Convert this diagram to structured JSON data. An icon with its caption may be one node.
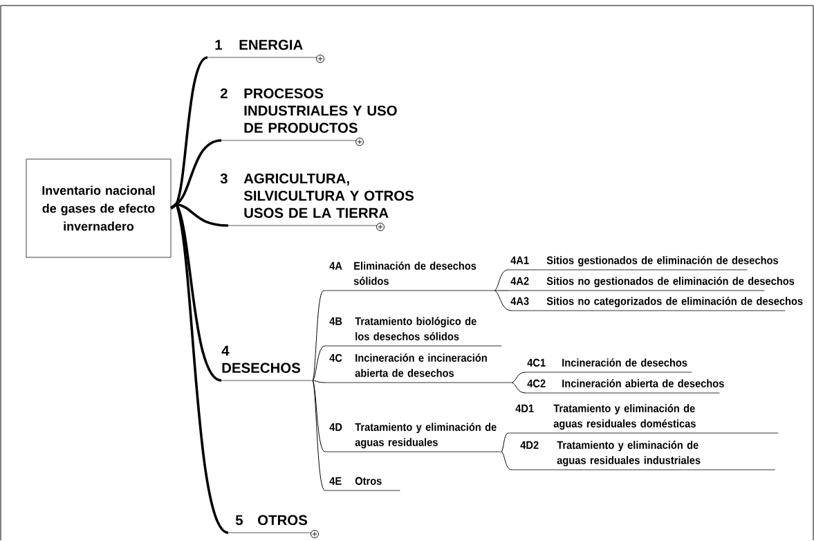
{
  "diagram": {
    "nodes": [
      {
        "text": [
          "Inventario nacional de gases de efecto invernadero"
        ]
      },
      {
        "text": [
          "1",
          "ENERGIA"
        ]
      },
      {
        "text": [
          "2",
          "PROCESOS INDUSTRIALES Y USO DE PRODUCTOS"
        ]
      },
      {
        "text": [
          "3",
          "AGRICULTURA, SILVICULTURA Y OTROS USOS DE LA TIERRA"
        ]
      },
      {
        "text": [
          "4",
          "DESECHOS"
        ]
      },
      {
        "text": [
          "4A",
          "Eliminación de desechos sólidos"
        ]
      },
      {
        "text": [
          "4A1",
          "Sitios gestionados de eliminación de desechos"
        ]
      },
      {
        "text": [
          "4A2",
          "Sitios no gestionados de eliminación de desechos"
        ]
      },
      {
        "text": [
          "4A3",
          "Sitios no categorizados de eliminación de desechos"
        ]
      },
      {
        "text": [
          "4B",
          "Tratamiento biológico de los desechos sólidos"
        ]
      },
      {
        "text": [
          "4C",
          "Incineración e incineración abierta de desechos"
        ]
      },
      {
        "text": [
          "4C1",
          "Incineración de desechos"
        ]
      },
      {
        "text": [
          "4C2",
          "Incineración abierta de desechos"
        ]
      },
      {
        "text": [
          "4D",
          "Tratamiento y eliminación de aguas residuales"
        ]
      },
      {
        "text": [
          "4D1",
          "Tratamiento y eliminación de aguas residuales domésticas"
        ]
      },
      {
        "text": [
          "4D2",
          "Tratamiento y eliminación de aguas residuales industriales"
        ]
      },
      {
        "text": [
          "4E",
          "Otros"
        ]
      },
      {
        "text": [
          "5",
          "OTROS"
        ]
      }
    ],
    "edges": [
      {
        "from": 0,
        "to": 1,
        "arrow": "none",
        "style": "thick"
      },
      {
        "from": 0,
        "to": 2,
        "arrow": "none",
        "style": "thick"
      },
      {
        "from": 0,
        "to": 3,
        "arrow": "none",
        "style": "thick"
      },
      {
        "from": 0,
        "to": 4,
        "arrow": "none",
        "style": "thick"
      },
      {
        "from": 0,
        "to": 17,
        "arrow": "none",
        "style": "thick"
      },
      {
        "from": 4,
        "to": 5,
        "arrow": "none"
      },
      {
        "from": 4,
        "to": 9,
        "arrow": "none"
      },
      {
        "from": 4,
        "to": 10,
        "arrow": "none"
      },
      {
        "from": 4,
        "to": 13,
        "arrow": "none"
      },
      {
        "from": 4,
        "to": 16,
        "arrow": "none"
      },
      {
        "from": 5,
        "to": 6,
        "arrow": "none"
      },
      {
        "from": 5,
        "to": 7,
        "arrow": "none"
      },
      {
        "from": 5,
        "to": 8,
        "arrow": "none"
      },
      {
        "from": 10,
        "to": 11,
        "arrow": "none"
      },
      {
        "from": 10,
        "to": 12,
        "arrow": "none"
      },
      {
        "from": 13,
        "to": 14,
        "arrow": "none"
      },
      {
        "from": 13,
        "to": 15,
        "arrow": "none"
      }
    ]
  }
}
